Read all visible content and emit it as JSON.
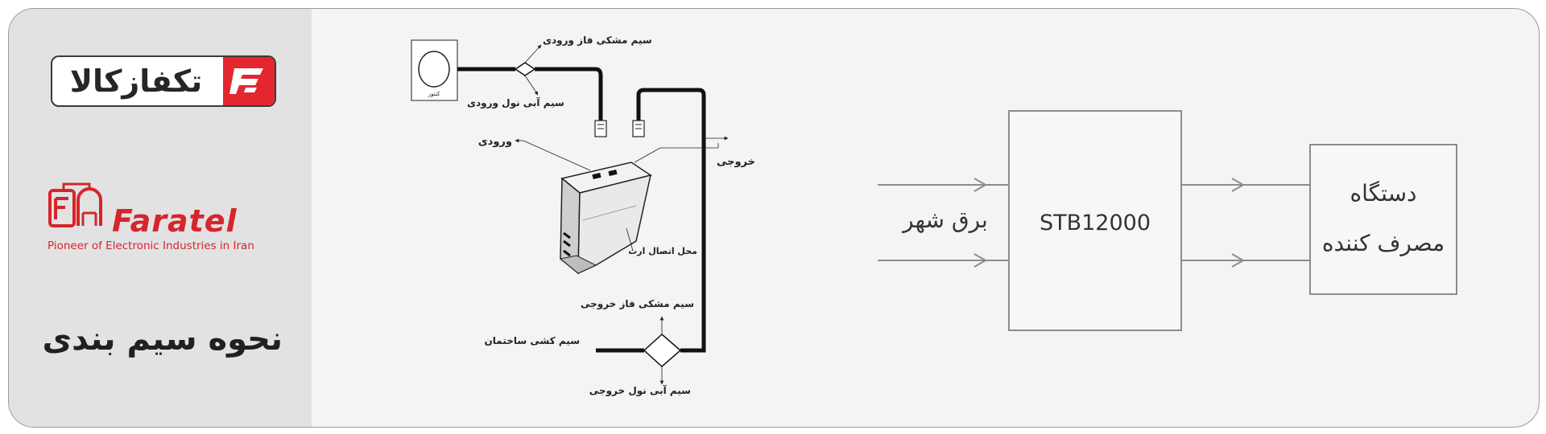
{
  "brand": {
    "store_name": "تکفازکالا",
    "manufacturer_name": "Faratel",
    "manufacturer_tagline": "Pioneer of Electronic Industries in Iran"
  },
  "page_title": "نحوه سیم بندی",
  "wiring": {
    "meter_label": "کنتور",
    "input_phase_black": "سیم مشکی فاز ورودی",
    "input_neutral_blue": "سیم آبی نول ورودی",
    "input_label": "ورودی",
    "output_label": "خروجی",
    "earth_label": "محل اتصال ارت",
    "output_phase_black": "سیم مشکی فاز خروجی",
    "building_wiring": "سیم کشی  ساختمان",
    "output_neutral_blue": "سیم آبی نول خروجی"
  },
  "block": {
    "city_power": "برق شهر",
    "device_model": "STB12000",
    "consumer_line1": "دستگاه",
    "consumer_line2": "مصرف کننده"
  },
  "colors": {
    "brand_red": "#e3262f",
    "faratel_red": "#d6252c",
    "line_gray": "#8c8c8c"
  }
}
